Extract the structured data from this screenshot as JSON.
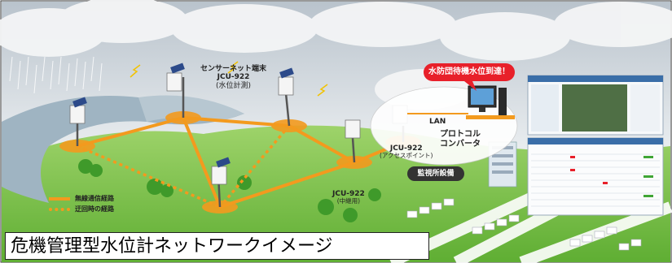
{
  "caption": "危機管理型水位計ネットワークイメージ",
  "alert_bubble": "水防団待機水位到達！",
  "sensor_label": {
    "line1": "センサーネット端末",
    "line2": "JCU-922",
    "line3": "(水位計測)"
  },
  "access_point_label": {
    "line1": "JCU-922",
    "line2": "(アクセスポイント)"
  },
  "relay_label": {
    "line1": "JCU-922",
    "line2": "(中継用)"
  },
  "lan_label": "LAN",
  "converter_label": {
    "line1": "プロトコル",
    "line2": "コンバータ"
  },
  "monitoring_badge": "監視所設備",
  "legend": {
    "wireless_route": "無線通信経路",
    "detour_route": "迂回時の経路"
  },
  "colors": {
    "route_orange": "#f39a1e",
    "alert_red": "#e8202a",
    "sky": "#dde3e8",
    "river": "#8ea8b8",
    "grass": "#6fbf3a"
  }
}
